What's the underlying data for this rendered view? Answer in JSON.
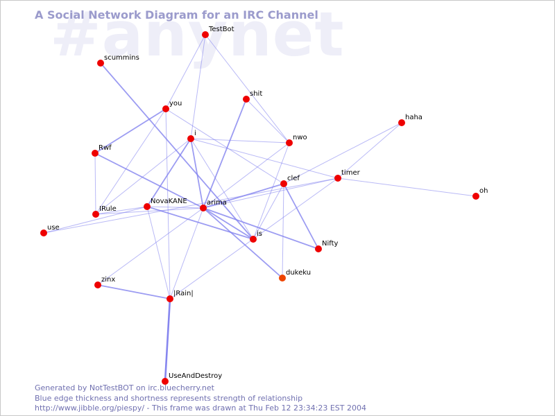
{
  "watermark": "#anynet",
  "title": "A Social Network Diagram for an IRC Channel",
  "footer": {
    "line1": "Generated by NotTestBOT on irc.bluecherry.net",
    "line2": "Blue edge thickness and shortness represents strength of relationship",
    "line3": "http://www.jibble.org/piespy/ - This frame was drawn at Thu Feb 12 23:34:23 EST 2004"
  },
  "colors": {
    "node": "#ee0000",
    "node_highlight": "#ee4400",
    "edge": "#8080ee",
    "title": "#9b9bcc",
    "watermark": "#eeeef8",
    "footer": "#7070b0"
  },
  "nodes": [
    {
      "id": "TestBot"
    },
    {
      "id": "scummins"
    },
    {
      "id": "shit"
    },
    {
      "id": "you"
    },
    {
      "id": "haha"
    },
    {
      "id": "i"
    },
    {
      "id": "nwo"
    },
    {
      "id": "Rwf"
    },
    {
      "id": "timer"
    },
    {
      "id": "clef"
    },
    {
      "id": "oh"
    },
    {
      "id": "NovaKANE"
    },
    {
      "id": "arima"
    },
    {
      "id": "IRule"
    },
    {
      "id": "use"
    },
    {
      "id": "is"
    },
    {
      "id": "Nifty"
    },
    {
      "id": "dukeku",
      "highlight": true
    },
    {
      "id": "zinx"
    },
    {
      "id": "|Rain|"
    },
    {
      "id": "UseAndDestroy"
    }
  ],
  "edges": [
    {
      "source": "TestBot",
      "target": "you",
      "weight": 1
    },
    {
      "source": "TestBot",
      "target": "nwo",
      "weight": 1
    },
    {
      "source": "TestBot",
      "target": "i",
      "weight": 1
    },
    {
      "source": "scummins",
      "target": "is",
      "weight": 2
    },
    {
      "source": "shit",
      "target": "arima",
      "weight": 2
    },
    {
      "source": "shit",
      "target": "nwo",
      "weight": 1
    },
    {
      "source": "you",
      "target": "Rwf",
      "weight": 2
    },
    {
      "source": "you",
      "target": "|Rain|",
      "weight": 1
    },
    {
      "source": "you",
      "target": "clef",
      "weight": 1
    },
    {
      "source": "you",
      "target": "IRule",
      "weight": 1
    },
    {
      "source": "haha",
      "target": "clef",
      "weight": 1
    },
    {
      "source": "haha",
      "target": "timer",
      "weight": 1
    },
    {
      "source": "i",
      "target": "arima",
      "weight": 2
    },
    {
      "source": "i",
      "target": "NovaKANE",
      "weight": 2
    },
    {
      "source": "i",
      "target": "nwo",
      "weight": 1
    },
    {
      "source": "i",
      "target": "timer",
      "weight": 1
    },
    {
      "source": "i",
      "target": "is",
      "weight": 1
    },
    {
      "source": "i",
      "target": "IRule",
      "weight": 1
    },
    {
      "source": "Rwf",
      "target": "arima",
      "weight": 2
    },
    {
      "source": "Rwf",
      "target": "IRule",
      "weight": 1
    },
    {
      "source": "nwo",
      "target": "arima",
      "weight": 1
    },
    {
      "source": "nwo",
      "target": "is",
      "weight": 1
    },
    {
      "source": "timer",
      "target": "oh",
      "weight": 1
    },
    {
      "source": "timer",
      "target": "arima",
      "weight": 1
    },
    {
      "source": "timer",
      "target": "use",
      "weight": 1
    },
    {
      "source": "timer",
      "target": "|Rain|",
      "weight": 1
    },
    {
      "source": "clef",
      "target": "arima",
      "weight": 2
    },
    {
      "source": "clef",
      "target": "Nifty",
      "weight": 2
    },
    {
      "source": "clef",
      "target": "dukeku",
      "weight": 1
    },
    {
      "source": "clef",
      "target": "is",
      "weight": 1
    },
    {
      "source": "NovaKANE",
      "target": "arima",
      "weight": 1
    },
    {
      "source": "NovaKANE",
      "target": "IRule",
      "weight": 1
    },
    {
      "source": "NovaKANE",
      "target": "is",
      "weight": 2
    },
    {
      "source": "NovaKANE",
      "target": "use",
      "weight": 1
    },
    {
      "source": "NovaKANE",
      "target": "|Rain|",
      "weight": 1
    },
    {
      "source": "arima",
      "target": "Nifty",
      "weight": 2
    },
    {
      "source": "arima",
      "target": "dukeku",
      "weight": 2
    },
    {
      "source": "arima",
      "target": "is",
      "weight": 2
    },
    {
      "source": "arima",
      "target": "|Rain|",
      "weight": 1
    },
    {
      "source": "arima",
      "target": "zinx",
      "weight": 1
    },
    {
      "source": "arima",
      "target": "IRule",
      "weight": 1
    },
    {
      "source": "zinx",
      "target": "|Rain|",
      "weight": 2
    },
    {
      "source": "|Rain|",
      "target": "UseAndDestroy",
      "weight": 3
    }
  ]
}
